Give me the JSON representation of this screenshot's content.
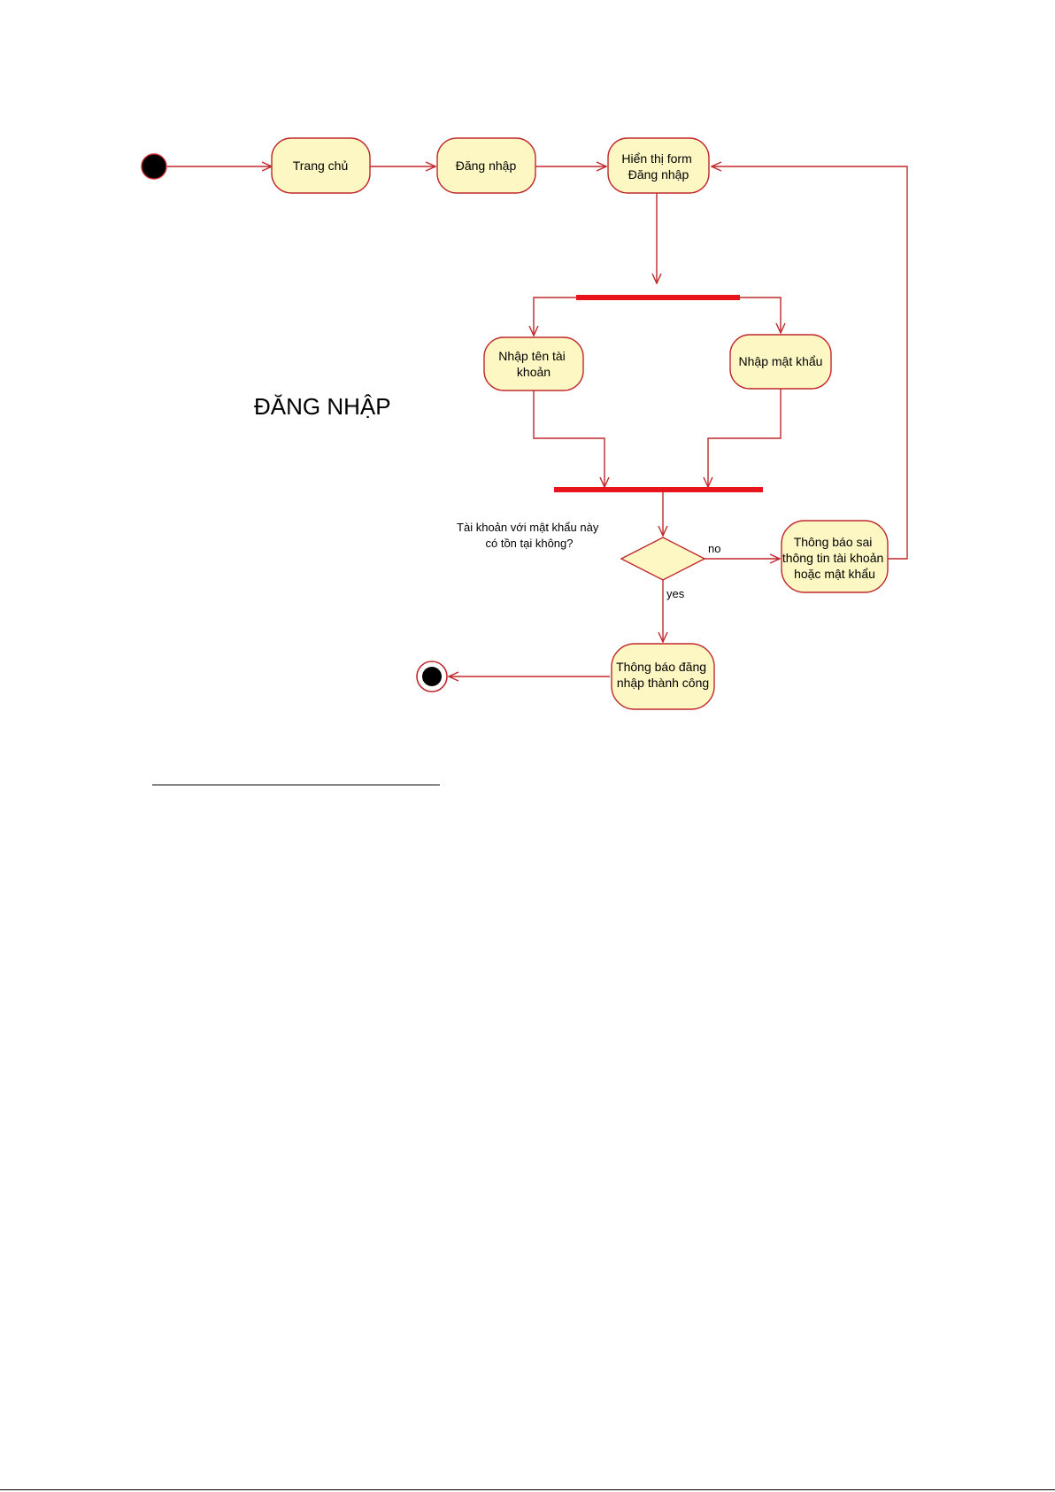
{
  "title": "ĐĂNG NHẬP",
  "nodes": {
    "trang_chu": [
      "Trang chủ"
    ],
    "dang_nhap": [
      "Đăng nhập"
    ],
    "hien_thi_form": [
      "Hiển thị form",
      "Đăng nhập"
    ],
    "nhap_ten": [
      "Nhập tên tài",
      "khoản"
    ],
    "nhap_mat_khau": [
      "Nhập mật khẩu"
    ],
    "thong_bao_sai": [
      "Thông báo sai",
      "thông tin tài khoản",
      "hoặc mật khẩu"
    ],
    "thong_bao_thanh_cong": [
      "Thông báo đăng",
      "nhập thành công"
    ]
  },
  "decision": {
    "question": [
      "Tài khoản với mật khẩu này",
      "có tồn tại không?"
    ],
    "no_label": "no",
    "yes_label": "yes"
  },
  "colors": {
    "stroke": "#c0282d",
    "fill": "#fdf7c3",
    "bar": "#e8141b",
    "start": "#000000"
  }
}
